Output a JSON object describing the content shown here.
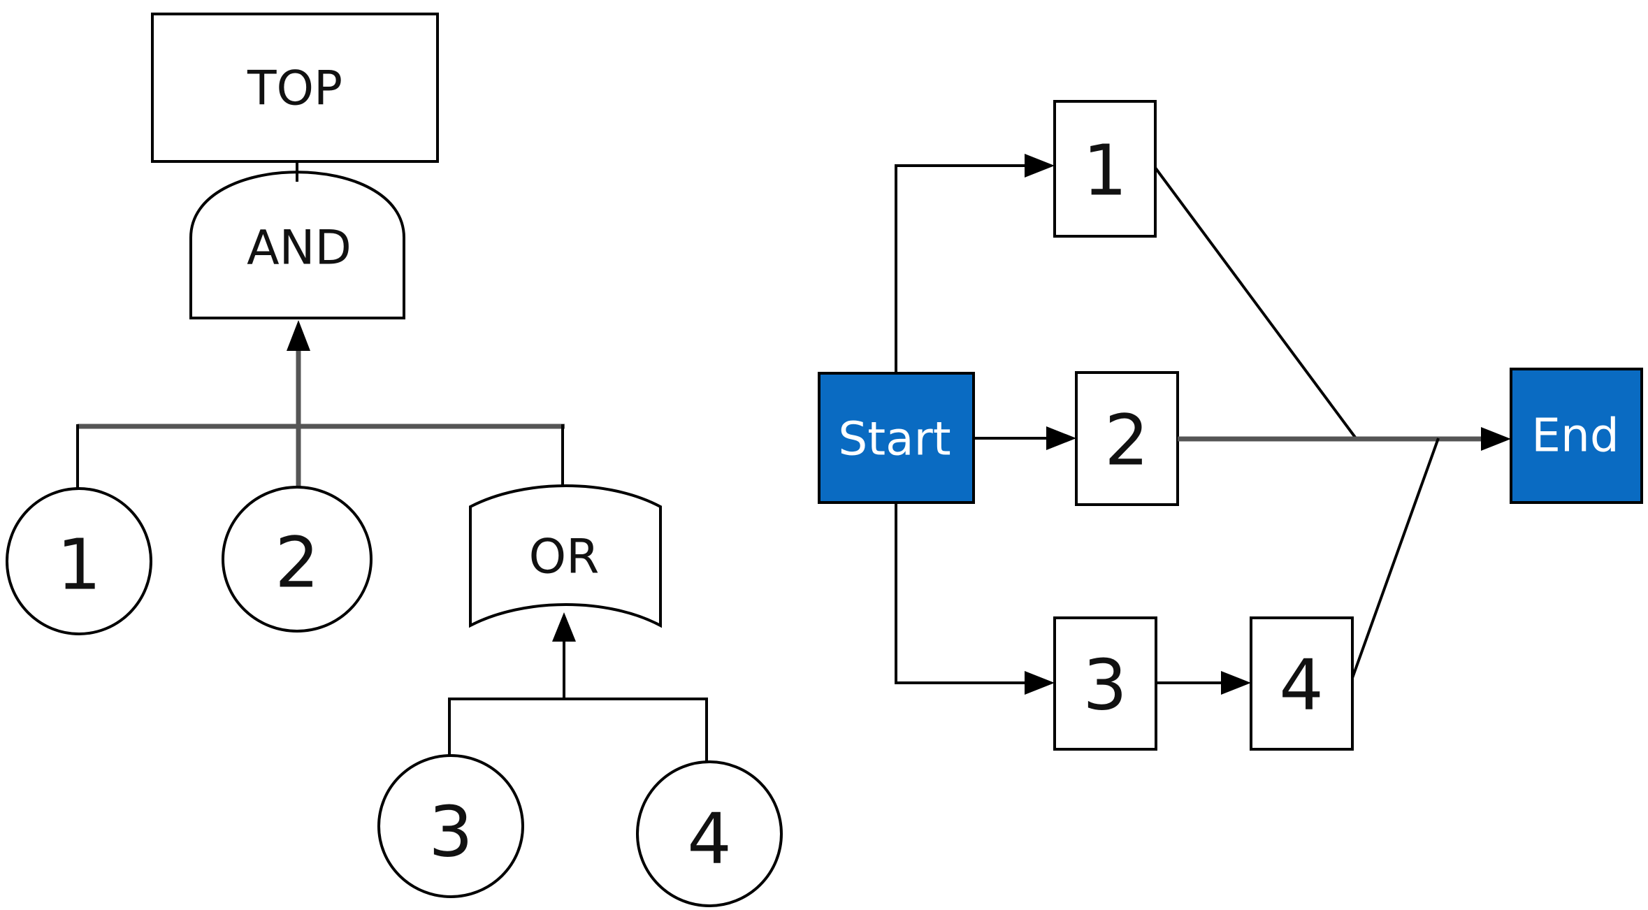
{
  "fault_tree": {
    "top_event": "TOP",
    "and_gate": "AND",
    "or_gate": "OR",
    "events": [
      "1",
      "2",
      "3",
      "4"
    ]
  },
  "reliability_block_diagram": {
    "start": "Start",
    "end": "End",
    "blocks": [
      "1",
      "2",
      "3",
      "4"
    ],
    "colors": {
      "terminal_fill": "#0a6bc2",
      "terminal_text": "#ffffff"
    }
  }
}
